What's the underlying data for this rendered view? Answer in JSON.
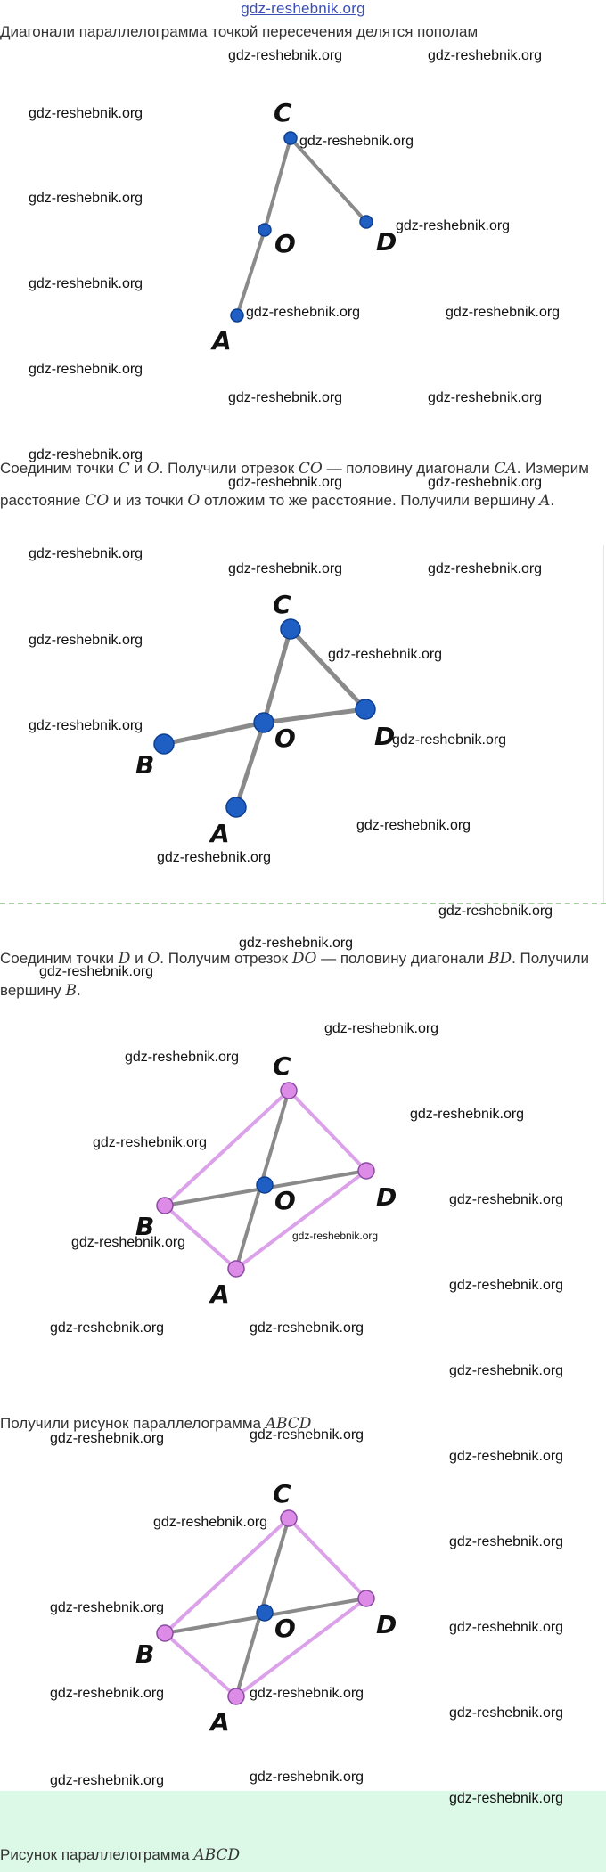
{
  "site_title": "gdz-reshebnik.org",
  "steps": [
    {
      "text": "Диагонали параллелограмма точкой пересечения делятся пополам"
    },
    {
      "parts": [
        "Соединим точки ",
        "C",
        " и ",
        "O",
        ". Получили отрезок ",
        "CO",
        " — половину диагонали ",
        "CA",
        ". Измерим расстояние ",
        "CO",
        " и из точки ",
        "O",
        " отложим то же расстояние. Получили вершину ",
        "A",
        "."
      ]
    },
    {
      "parts": [
        "Соединим точки ",
        "D",
        " и ",
        "O",
        ". Получим отрезок ",
        "DO",
        " — половину диагонали ",
        "BD",
        ". Получили вершину ",
        "B",
        "."
      ]
    },
    {
      "parts": [
        "Получили рисунок параллелограмма ",
        "ABCD"
      ]
    },
    {
      "parts": [
        "Рисунок параллелограмма ",
        "ABCD"
      ]
    }
  ],
  "point_labels": {
    "a": "A",
    "b": "B",
    "c": "C",
    "d": "D",
    "o": "O"
  },
  "watermark": "gdz-reshebnik.org",
  "colors": {
    "point_fill": "#1f5fc4",
    "vertex_fill": "#dc8ce6",
    "segment": "#8a8a8a",
    "parallelogram_side": "#dba2ea",
    "title_link": "#3b4fb8",
    "final_band": "#dcf8e6"
  }
}
